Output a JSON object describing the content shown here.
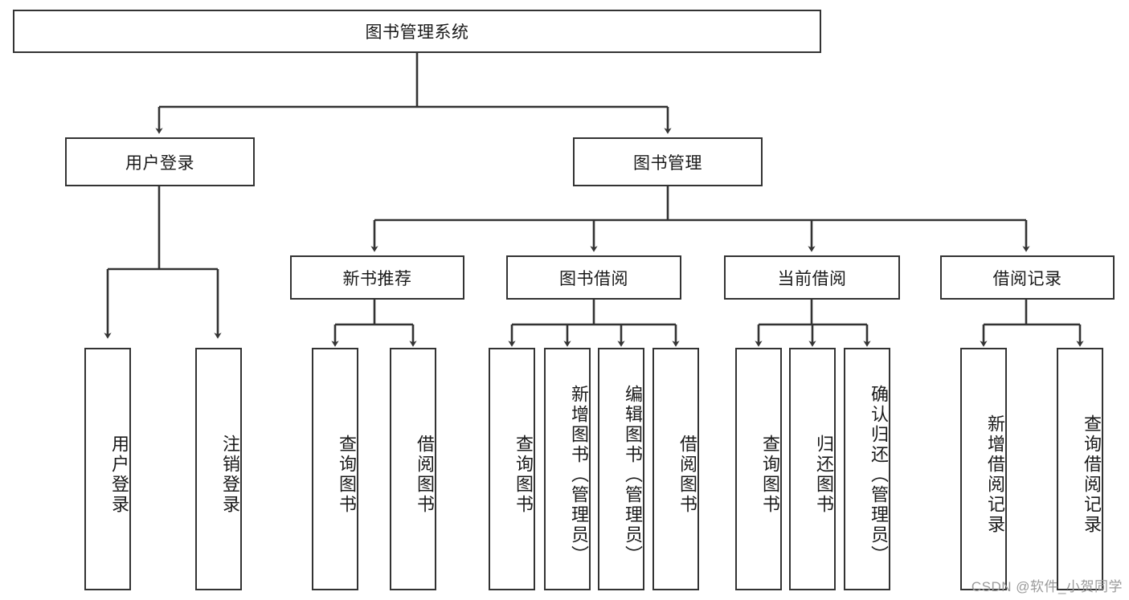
{
  "diagram": {
    "title": "图书管理系统",
    "type": "tree-hierarchy",
    "watermark": "CSDN @软件_小贺同学",
    "colors": {
      "stroke": "#333333",
      "fill": "#ffffff",
      "text": "#1a1a1a",
      "watermark": "#9a9a9a"
    },
    "nodes": {
      "root": {
        "label": "图书管理系统",
        "level": 1,
        "orientation": "horizontal"
      },
      "l2": [
        {
          "id": "user-login",
          "label": "用户登录",
          "level": 2,
          "orientation": "horizontal"
        },
        {
          "id": "book-manage",
          "label": "图书管理",
          "level": 2,
          "orientation": "horizontal"
        }
      ],
      "l3": [
        {
          "id": "new-book-recommend",
          "label": "新书推荐",
          "level": 3,
          "orientation": "horizontal"
        },
        {
          "id": "book-borrow",
          "label": "图书借阅",
          "level": 3,
          "orientation": "horizontal"
        },
        {
          "id": "current-borrow",
          "label": "当前借阅",
          "level": 3,
          "orientation": "horizontal"
        },
        {
          "id": "borrow-record",
          "label": "借阅记录",
          "level": 3,
          "orientation": "horizontal"
        }
      ],
      "leaves": [
        {
          "id": "leaf-user-login",
          "label": "用户登录",
          "parent": "user-login",
          "orientation": "vertical"
        },
        {
          "id": "leaf-user-logout",
          "label": "注销登录",
          "parent": "user-login",
          "orientation": "vertical"
        },
        {
          "id": "leaf-query-book-1",
          "label": "查询图书",
          "parent": "new-book-recommend",
          "orientation": "vertical"
        },
        {
          "id": "leaf-borrow-book-1",
          "label": "借阅图书",
          "parent": "new-book-recommend",
          "orientation": "vertical"
        },
        {
          "id": "leaf-query-book-2",
          "label": "查询图书",
          "parent": "book-borrow",
          "orientation": "vertical"
        },
        {
          "id": "leaf-add-book",
          "label": "新增图书（管理员）",
          "parent": "book-borrow",
          "orientation": "vertical"
        },
        {
          "id": "leaf-edit-book",
          "label": "编辑图书（管理员）",
          "parent": "book-borrow",
          "orientation": "vertical"
        },
        {
          "id": "leaf-borrow-book-2",
          "label": "借阅图书",
          "parent": "book-borrow",
          "orientation": "vertical"
        },
        {
          "id": "leaf-query-book-3",
          "label": "查询图书",
          "parent": "current-borrow",
          "orientation": "vertical"
        },
        {
          "id": "leaf-return-book",
          "label": "归还图书",
          "parent": "current-borrow",
          "orientation": "vertical"
        },
        {
          "id": "leaf-confirm-return",
          "label": "确认归还（管理员）",
          "parent": "current-borrow",
          "orientation": "vertical"
        },
        {
          "id": "leaf-add-record",
          "label": "新增借阅记录",
          "parent": "borrow-record",
          "orientation": "vertical"
        },
        {
          "id": "leaf-query-record",
          "label": "查询借阅记录",
          "parent": "borrow-record",
          "orientation": "vertical"
        }
      ]
    }
  }
}
